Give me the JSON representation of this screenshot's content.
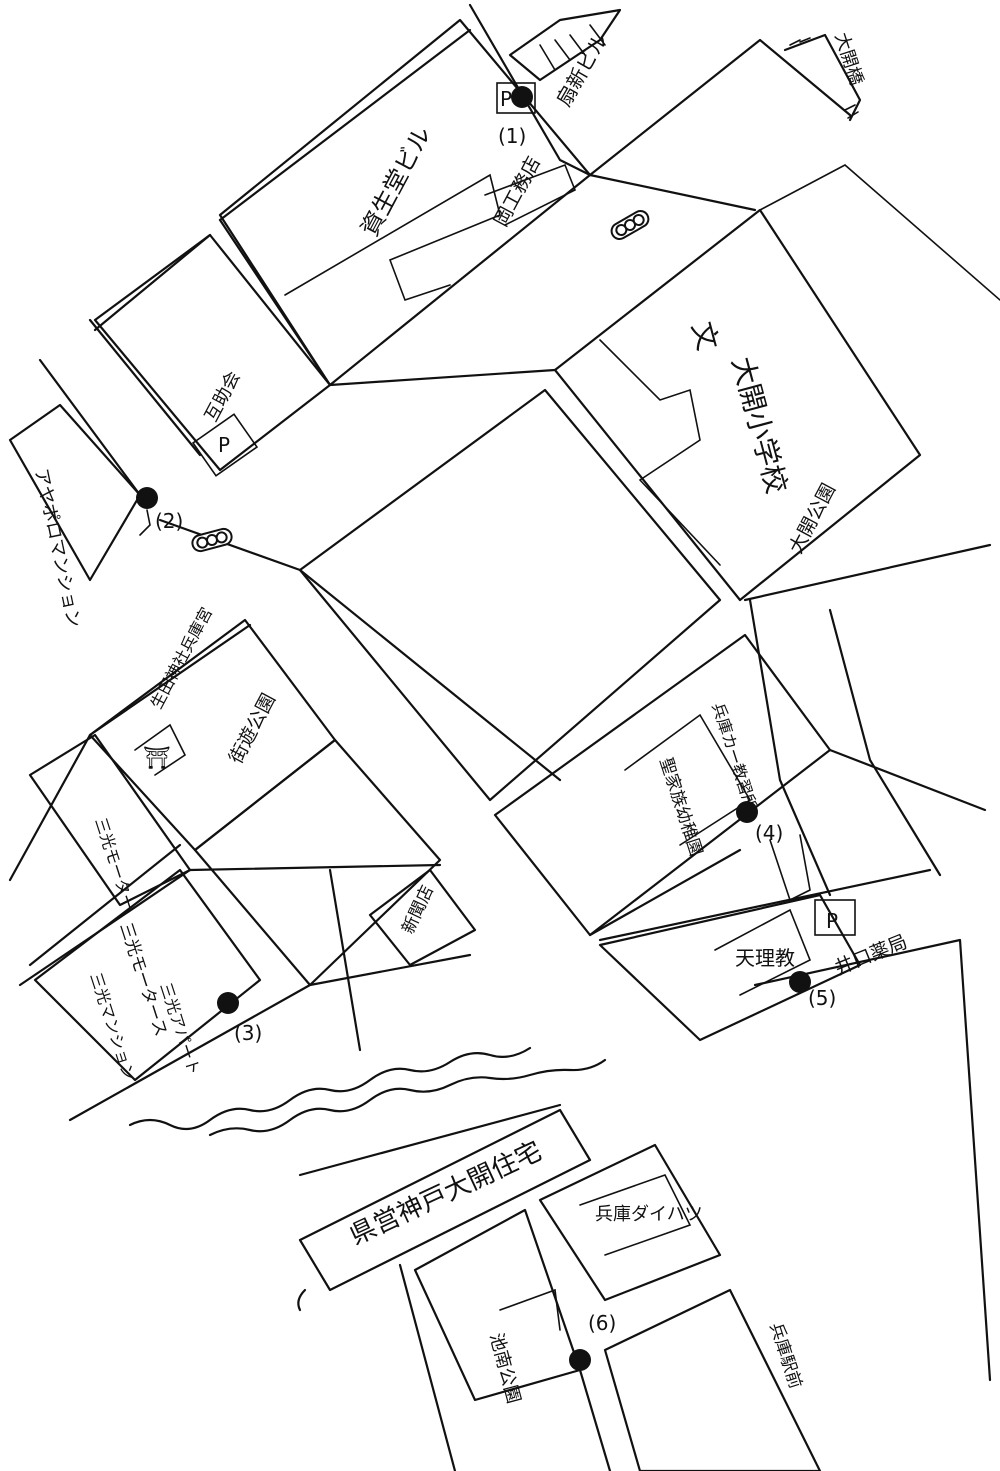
{
  "labels": {
    "shiseido": "資生堂ビル",
    "hakushin": "扇新ビル",
    "okano": "岡工務店",
    "ohkai_bridge": "大開橋",
    "taikai_school": "大開小学校",
    "bun": "文",
    "taikai_park": "大開公園",
    "goshokai": "互助会",
    "ayapolo": "アヤポロマンション",
    "ikuta_shrine": "生田神社兵庫宮",
    "gaiyu_park": "街遊公園",
    "sanko_a": "三光モーター",
    "sanko_b": "三光モータース",
    "sanko_c": "三光アパート",
    "sanko_d": "三光マンション",
    "shinbun": "新聞店",
    "hyogo_car_school": "兵庫カー教習所",
    "seikei_kindergarten": "聖家族幼稚園",
    "tenrikyo": "天理教",
    "iguchi_pharmacy": "井口薬局",
    "kenei_housing": "県営神戸大開住宅",
    "hyogo_daihatsu": "兵庫ダイハツ",
    "ikeminami_park": "池南公園",
    "hyogo_station": "兵庫駅前"
  },
  "parking": "P",
  "shrine_symbol": "⛩",
  "stops": [
    "(1)",
    "(2)",
    "(3)",
    "(4)",
    "(5)",
    "(6)"
  ]
}
